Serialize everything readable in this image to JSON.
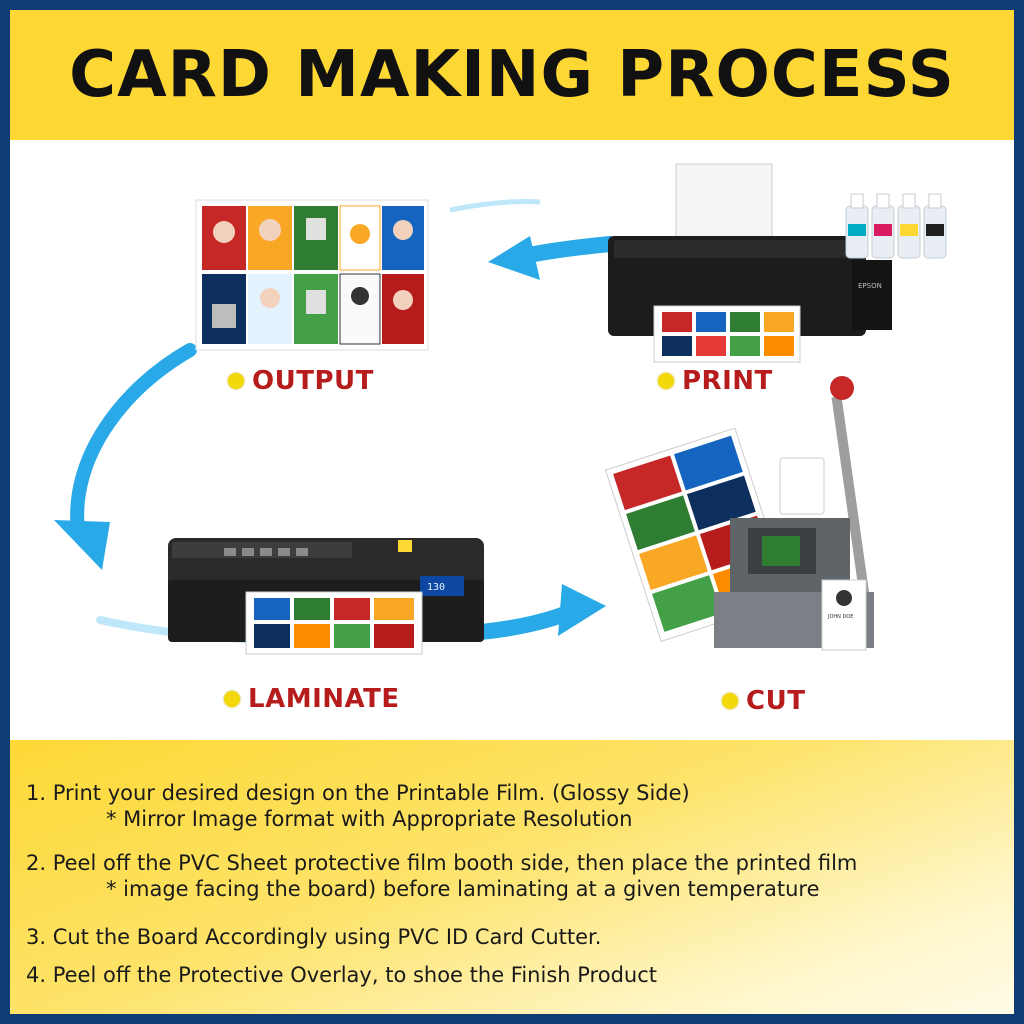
{
  "title": "CARD MAKING PROCESS",
  "labels": {
    "output": "OUTPUT",
    "print": "PRINT",
    "laminate": "LAMINATE",
    "cut": "CUT"
  },
  "printer_brand": "EPSON",
  "laminator_display": "130",
  "card_name": "JOHN DOE",
  "steps": [
    {
      "main": "1. Print your desired design on the Printable Film. (Glossy Side)",
      "sub": "* Mirror Image format with Appropriate Resolution"
    },
    {
      "main": "2. Peel off the PVC Sheet protective film booth side, then place the printed film",
      "sub": "* image facing the board) before laminating at a given temperature"
    },
    {
      "main": "3. Cut the Board Accordingly using PVC ID Card Cutter.",
      "sub": ""
    },
    {
      "main": "4. Peel off the Protective Overlay, to shoe the Finish Product",
      "sub": ""
    }
  ],
  "colors": {
    "frame": "#0d3d73",
    "header": "#fdd835",
    "arrow": "#29a9e8",
    "label": "#b71c1c",
    "dot": "#f4d90a"
  },
  "icons": [
    "printer-icon",
    "ink-bottles-icon",
    "id-card-sheet-icon",
    "laminator-icon",
    "card-cutter-icon",
    "flow-arrow-icon"
  ]
}
